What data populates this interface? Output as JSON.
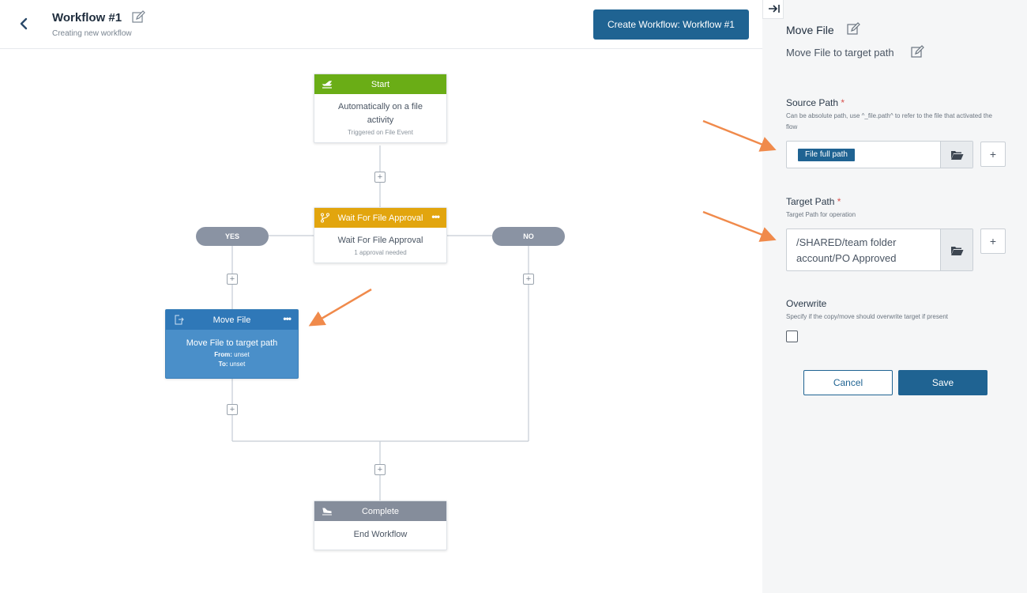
{
  "header": {
    "title": "Workflow #1",
    "subtitle": "Creating new workflow",
    "create_button": "Create Workflow: Workflow #1"
  },
  "nodes": {
    "start": {
      "title": "Start",
      "main": "Automatically on a file activity",
      "sub": "Triggered on File Event",
      "color": "#6aad16"
    },
    "approval": {
      "title": "Wait For File Approval",
      "main": "Wait For File Approval",
      "sub": "1 approval needed",
      "color": "#e2a50e"
    },
    "move": {
      "title": "Move File",
      "main": "Move File to target path",
      "from_label": "From:",
      "from_value": "unset",
      "to_label": "To:",
      "to_value": "unset",
      "color": "#4a8fc9",
      "head_color": "#2f78b8"
    },
    "complete": {
      "title": "Complete",
      "main": "End Workflow",
      "color": "#858d9b"
    }
  },
  "branches": {
    "yes": "YES",
    "no": "NO"
  },
  "panel": {
    "title": "Move File",
    "subtitle": "Move File to target path",
    "source": {
      "label": "Source Path",
      "required": "*",
      "help": "Can be absolute path, use ^_file.path^ to refer to the file that activated the flow",
      "chip": "File full path"
    },
    "target": {
      "label": "Target Path",
      "required": "*",
      "help": "Target Path for operation",
      "value": "/SHARED/team folder account/PO Approved"
    },
    "overwrite": {
      "label": "Overwrite",
      "help": "Specify if the copy/move should overwrite target if present"
    },
    "cancel": "Cancel",
    "save": "Save",
    "add": "+"
  },
  "colors": {
    "accent": "#1f6392",
    "annotation_arrow": "#f08a4b"
  }
}
